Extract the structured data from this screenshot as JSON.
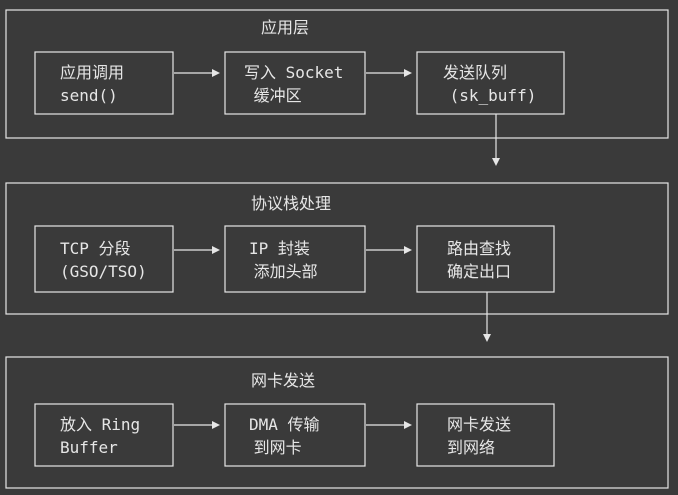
{
  "layers": [
    {
      "title": "应用层",
      "boxes": [
        {
          "lines": [
            "应用调用",
            "send()"
          ]
        },
        {
          "lines": [
            "写入 Socket",
            " 缓冲区"
          ]
        },
        {
          "lines": [
            "发送队列",
            " (sk_buff)"
          ]
        }
      ]
    },
    {
      "title": "协议栈处理",
      "boxes": [
        {
          "lines": [
            "TCP 分段",
            "(GSO/TSO)"
          ]
        },
        {
          "lines": [
            "IP 封装",
            " 添加头部"
          ]
        },
        {
          "lines": [
            "路由查找",
            "确定出口"
          ]
        }
      ]
    },
    {
      "title": "网卡发送",
      "boxes": [
        {
          "lines": [
            "放入 Ring",
            "Buffer"
          ]
        },
        {
          "lines": [
            "DMA 传输",
            " 到网卡"
          ]
        },
        {
          "lines": [
            "网卡发送",
            "到网络"
          ]
        }
      ]
    }
  ]
}
